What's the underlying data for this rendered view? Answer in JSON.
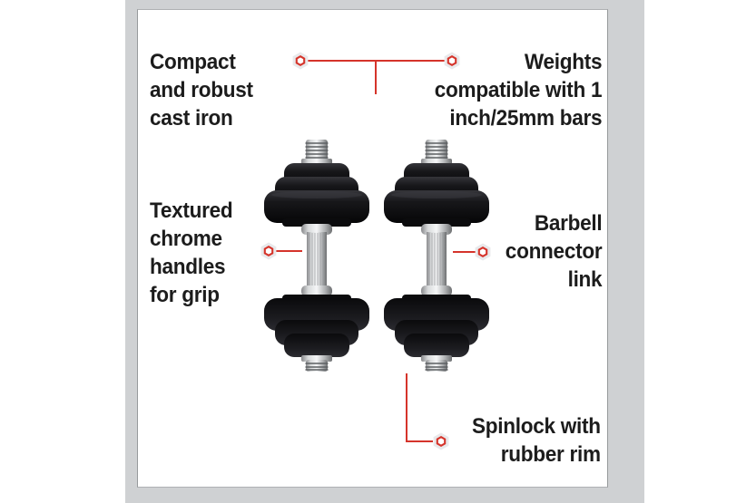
{
  "callouts": {
    "cast_iron": {
      "align": "left",
      "lines": [
        "Compact",
        "and robust",
        "cast iron"
      ]
    },
    "weights": {
      "align": "right",
      "lines": [
        "Weights",
        "compatible with 1",
        "inch/25mm bars"
      ]
    },
    "handles": {
      "align": "left",
      "lines": [
        "Textured",
        "chrome",
        "handles",
        "for grip"
      ]
    },
    "connector": {
      "align": "right",
      "lines": [
        "Barbell",
        "connector",
        "link"
      ]
    },
    "spinlock": {
      "align": "right",
      "lines": [
        "Spinlock with",
        "rubber rim"
      ]
    }
  },
  "icons": {
    "marker": "hex-nut-icon"
  },
  "colors": {
    "canvas_bg": "#ffffff",
    "matte_gray": "#cfd1d3",
    "content_bg": "#ffffff",
    "frame_border": "#aeb1b3",
    "accent_red": "#d5342b",
    "text": "#1c1c1c",
    "plate_black": "#131316",
    "chrome_silver": "#c9cbcd"
  }
}
